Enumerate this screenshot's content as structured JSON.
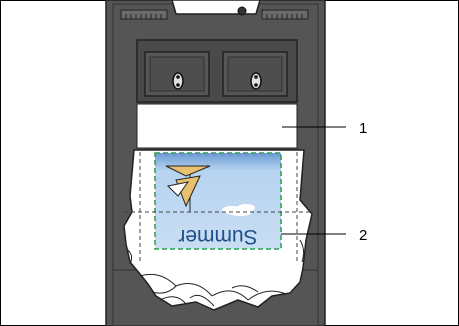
{
  "diagram": {
    "callouts": [
      {
        "label": "1"
      },
      {
        "label": "2"
      }
    ],
    "photo": {
      "caption": "Summer",
      "caption_orientation": "upside-down"
    }
  },
  "colors": {
    "frame": "#000000",
    "carrier_body": "#555555",
    "carrier_dark": "#3a3a3a",
    "holder_slot": "#4a4a4a",
    "card": "#ffffff",
    "photo_sky_top": "#6a9bd4",
    "photo_sky": "#b6d3f0",
    "photo_border": "#2e9b4f",
    "sail": "#e8c070",
    "caption": "#1f4f8a"
  }
}
